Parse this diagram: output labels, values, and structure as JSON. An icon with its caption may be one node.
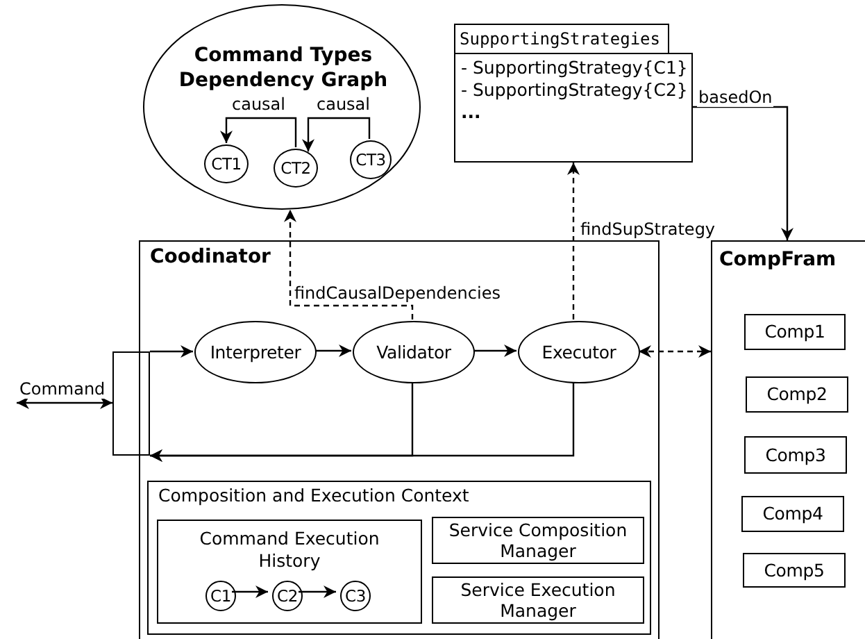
{
  "diagram": {
    "nodes": [
      {
        "text": [
          "Command Types Dependency Graph"
        ]
      },
      {
        "text": [
          "CT1"
        ],
        "in": 0
      },
      {
        "text": [
          "CT2"
        ],
        "in": 0
      },
      {
        "text": [
          "CT3"
        ],
        "in": 0
      },
      {
        "text": [
          "SupportingStrategies",
          "- SupportingStrategy{C1}",
          "- SupportingStrategy{C2}",
          "..."
        ]
      },
      {
        "text": [
          "Coodinator"
        ]
      },
      {
        "text": [],
        "shape": "box"
      },
      {
        "text": [
          "Interpreter"
        ],
        "in": 5
      },
      {
        "text": [
          "Validator"
        ],
        "in": 5
      },
      {
        "text": [
          "Executor"
        ],
        "in": 5
      },
      {
        "text": [
          "Composition and Execution Context"
        ],
        "in": 5
      },
      {
        "text": [
          "Command Execution History"
        ],
        "in": 10
      },
      {
        "text": [
          "C1"
        ],
        "in": 11
      },
      {
        "text": [
          "C2"
        ],
        "in": 11
      },
      {
        "text": [
          "C3"
        ],
        "in": 11
      },
      {
        "text": [
          "Service Composition Manager"
        ],
        "in": 10
      },
      {
        "text": [
          "Service Execution Manager"
        ],
        "in": 10
      },
      {
        "text": [
          "CompFram"
        ]
      },
      {
        "text": [
          "Comp1"
        ],
        "in": 17
      },
      {
        "text": [
          "Comp2"
        ],
        "in": 17
      },
      {
        "text": [
          "Comp3"
        ],
        "in": 17
      },
      {
        "text": [
          "Comp4"
        ],
        "in": 17
      },
      {
        "text": [
          "Comp5"
        ],
        "in": 17
      }
    ],
    "edges": [
      {
        "from": 2,
        "to": 1,
        "arrow": "to",
        "label": "causal"
      },
      {
        "from": 3,
        "to": 2,
        "arrow": "to",
        "label": "causal"
      },
      {
        "from": 8,
        "to": 0,
        "arrow": "to",
        "label": "findCausalDependencies",
        "style": "dashed"
      },
      {
        "from": 9,
        "to": 4,
        "arrow": "to",
        "label": "findSupStrategy",
        "style": "dashed"
      },
      {
        "from": 4,
        "to": 17,
        "arrow": "to",
        "label": "basedOn"
      },
      {
        "from": null,
        "to": 6,
        "arrow": "both",
        "label": "Command"
      },
      {
        "from": 6,
        "to": 7,
        "arrow": "to"
      },
      {
        "from": 7,
        "to": 8,
        "arrow": "to"
      },
      {
        "from": 8,
        "to": 9,
        "arrow": "to"
      },
      {
        "from": 9,
        "to": 17,
        "arrow": "both",
        "style": "dashed"
      },
      {
        "from": 8,
        "to": 6,
        "arrow": "to"
      },
      {
        "from": 9,
        "to": 6,
        "arrow": "to"
      },
      {
        "from": 12,
        "to": 13,
        "arrow": "to"
      },
      {
        "from": 13,
        "to": 14,
        "arrow": "to"
      }
    ]
  }
}
